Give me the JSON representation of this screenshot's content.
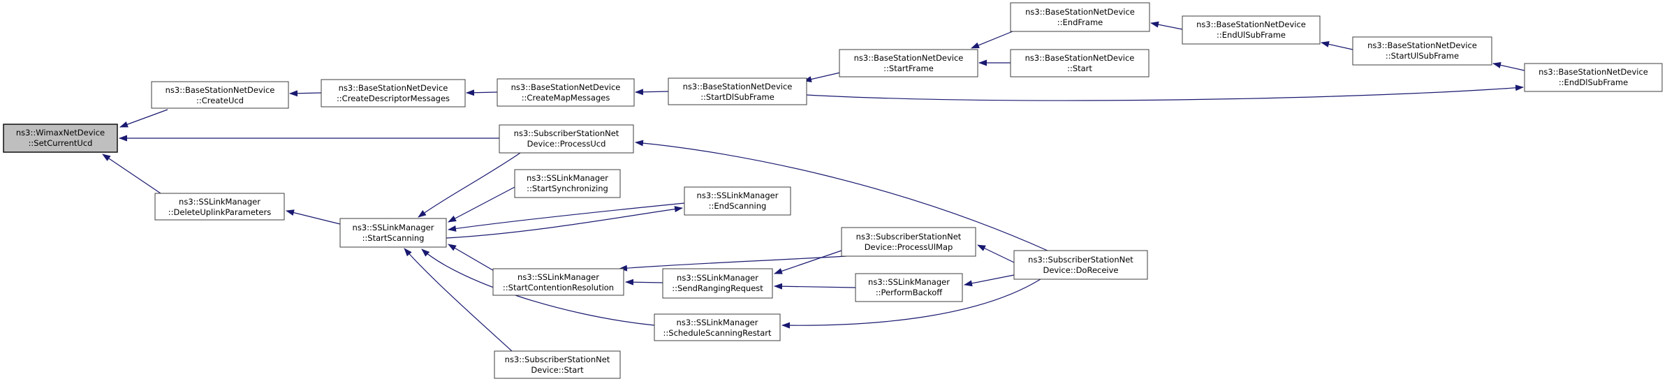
{
  "diagram": {
    "type": "doxygen-caller-graph",
    "root_function": "ns3::WimaxNetDevice::SetCurrentUcd",
    "colors": {
      "edge": "#191970",
      "node_border": "#3c3c3c",
      "node_fill": "#ffffff",
      "root_fill": "#bfbfbf",
      "text": "#000000",
      "background": "#ffffff"
    },
    "nodes": [
      {
        "id": "set-current-ucd",
        "line1": "ns3::WimaxNetDevice",
        "line2": "::SetCurrentUcd",
        "highlighted": true
      },
      {
        "id": "create-ucd",
        "line1": "ns3::BaseStationNetDevice",
        "line2": "::CreateUcd",
        "highlighted": false
      },
      {
        "id": "create-descriptor-messages",
        "line1": "ns3::BaseStationNetDevice",
        "line2": "::CreateDescriptorMessages",
        "highlighted": false
      },
      {
        "id": "create-map-messages",
        "line1": "ns3::BaseStationNetDevice",
        "line2": "::CreateMapMessages",
        "highlighted": false
      },
      {
        "id": "start-dl-sub-frame",
        "line1": "ns3::BaseStationNetDevice",
        "line2": "::StartDlSubFrame",
        "highlighted": false
      },
      {
        "id": "start-frame",
        "line1": "ns3::BaseStationNetDevice",
        "line2": "::StartFrame",
        "highlighted": false
      },
      {
        "id": "bs-start",
        "line1": "ns3::BaseStationNetDevice",
        "line2": "::Start",
        "highlighted": false
      },
      {
        "id": "end-frame",
        "line1": "ns3::BaseStationNetDevice",
        "line2": "::EndFrame",
        "highlighted": false
      },
      {
        "id": "end-ul-sub-frame",
        "line1": "ns3::BaseStationNetDevice",
        "line2": "::EndUlSubFrame",
        "highlighted": false
      },
      {
        "id": "start-ul-sub-frame",
        "line1": "ns3::BaseStationNetDevice",
        "line2": "::StartUlSubFrame",
        "highlighted": false
      },
      {
        "id": "end-dl-sub-frame",
        "line1": "ns3::BaseStationNetDevice",
        "line2": "::EndDlSubFrame",
        "highlighted": false
      },
      {
        "id": "process-ucd",
        "line1": "ns3::SubscriberStationNet",
        "line2": "Device::ProcessUcd",
        "highlighted": false
      },
      {
        "id": "delete-uplink-parameters",
        "line1": "ns3::SSLinkManager",
        "line2": "::DeleteUplinkParameters",
        "highlighted": false
      },
      {
        "id": "start-scanning",
        "line1": "ns3::SSLinkManager",
        "line2": "::StartScanning",
        "highlighted": false
      },
      {
        "id": "start-synchronizing",
        "line1": "ns3::SSLinkManager",
        "line2": "::StartSynchronizing",
        "highlighted": false
      },
      {
        "id": "end-scanning",
        "line1": "ns3::SSLinkManager",
        "line2": "::EndScanning",
        "highlighted": false
      },
      {
        "id": "process-ul-map",
        "line1": "ns3::SubscriberStationNet",
        "line2": "Device::ProcessUlMap",
        "highlighted": false
      },
      {
        "id": "do-receive",
        "line1": "ns3::SubscriberStationNet",
        "line2": "Device::DoReceive",
        "highlighted": false
      },
      {
        "id": "start-contention-resolution",
        "line1": "ns3::SSLinkManager",
        "line2": "::StartContentionResolution",
        "highlighted": false
      },
      {
        "id": "send-ranging-request",
        "line1": "ns3::SSLinkManager",
        "line2": "::SendRangingRequest",
        "highlighted": false
      },
      {
        "id": "perform-backoff",
        "line1": "ns3::SSLinkManager",
        "line2": "::PerformBackoff",
        "highlighted": false
      },
      {
        "id": "schedule-scanning-restart",
        "line1": "ns3::SSLinkManager",
        "line2": "::ScheduleScanningRestart",
        "highlighted": false
      },
      {
        "id": "ss-start",
        "line1": "ns3::SubscriberStationNet",
        "line2": "Device::Start",
        "highlighted": false
      }
    ]
  }
}
